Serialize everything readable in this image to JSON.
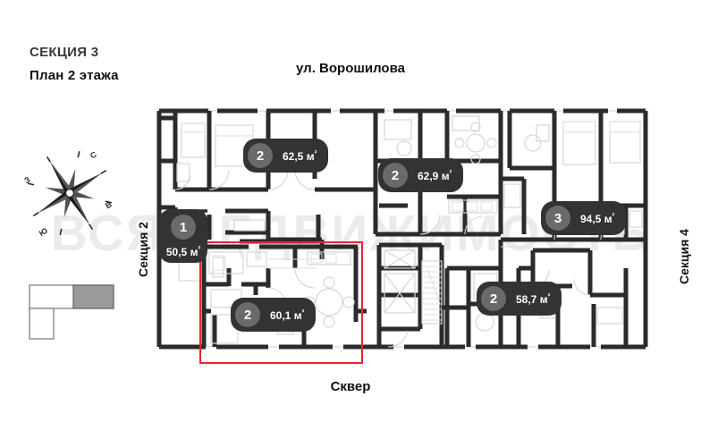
{
  "header": {
    "section_title": "СЕКЦИЯ 3",
    "floor_title": "План 2 этажа"
  },
  "labels": {
    "street_top": "ул. Ворошилова",
    "street_bottom": "Сквер",
    "side_left": "Секция 2",
    "side_right": "Секция 4"
  },
  "watermark": {
    "text": "ВСЯ НЕДВИЖИМОСТЬ",
    "color": "#ebebeb"
  },
  "compass": {
    "name": "compass-rose",
    "north": "С",
    "east": "В",
    "south": "Ю",
    "west": "З",
    "rotation_deg": -32
  },
  "keymap": {
    "name": "building-key-diagram",
    "highlight_color": "#9a9a9a",
    "outline_color": "#8a8a8a"
  },
  "colors": {
    "wall": "#2b2b2b",
    "furniture": "#d8d8d8",
    "badge_bg": "#333335",
    "badge_circle": "#6a6a6c",
    "selection": "#e8262d",
    "text": "#111111",
    "section_heading": "#3a3a3a"
  },
  "selection": {
    "name": "selected-apartment-outline",
    "color": "#e8262d",
    "linked_apartment_index": 4
  },
  "apartments": [
    {
      "id": "apt-1",
      "rooms": "1",
      "area": "50,5",
      "unit": "м",
      "sup": "²",
      "orientation": "vertical",
      "selected": false
    },
    {
      "id": "apt-2",
      "rooms": "2",
      "area": "62,5",
      "unit": "м",
      "sup": "²",
      "orientation": "horizontal",
      "selected": false
    },
    {
      "id": "apt-3",
      "rooms": "2",
      "area": "62,9",
      "unit": "м",
      "sup": "²",
      "orientation": "horizontal",
      "selected": false
    },
    {
      "id": "apt-4",
      "rooms": "3",
      "area": "94,5",
      "unit": "м",
      "sup": "²",
      "orientation": "horizontal",
      "selected": false
    },
    {
      "id": "apt-5",
      "rooms": "2",
      "area": "60,1",
      "unit": "м",
      "sup": "²",
      "orientation": "horizontal",
      "selected": true
    },
    {
      "id": "apt-6",
      "rooms": "2",
      "area": "58,7",
      "unit": "м",
      "sup": "²",
      "orientation": "horizontal",
      "selected": false
    }
  ],
  "plan": {
    "name": "floor-plan-drawing",
    "core": {
      "elevators": 2,
      "staircase": 1
    }
  }
}
